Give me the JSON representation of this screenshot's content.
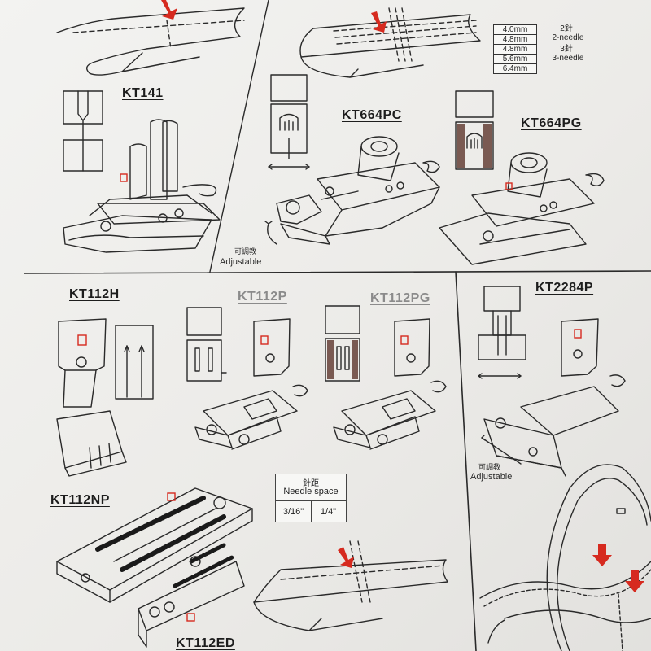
{
  "labels": {
    "kt141": "KT141",
    "kt664pc": "KT664PC",
    "kt664pg": "KT664PG",
    "kt112h": "KT112H",
    "kt112p": "KT112P",
    "kt112pg": "KT112PG",
    "kt2284p": "KT2284P",
    "kt112np": "KT112NP",
    "kt112ed": "KT112ED"
  },
  "spec_table": {
    "rows": [
      "4.0mm",
      "4.8mm",
      "4.8mm",
      "5.6mm",
      "6.4mm"
    ],
    "two_needle_cn": "2針",
    "two_needle_en": "2-needle",
    "three_needle_cn": "3針",
    "three_needle_en": "3-needle"
  },
  "adjustable": {
    "cn": "可調教",
    "en": "Adjustable"
  },
  "needle_space": {
    "cn": "針距",
    "en": "Needle space",
    "values": [
      "3/16\"",
      "1/4\""
    ]
  },
  "colors": {
    "arrow_red": "#d62a1f",
    "ink": "#2a2a2a",
    "shade": "#7a5a52"
  }
}
